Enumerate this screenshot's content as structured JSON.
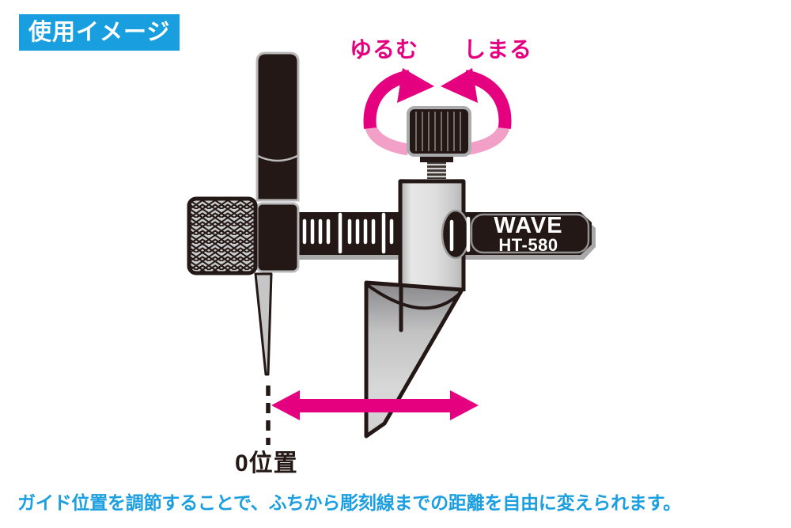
{
  "badge": {
    "label": "使用イメージ"
  },
  "diagram": {
    "loosen_label": "ゆるむ",
    "tighten_label": "しまる",
    "brand": "WAVE",
    "model": "HT-580",
    "zero_position_label": "0位置"
  },
  "caption": "ガイド位置を調節することで、ふちから彫刻線までの距離を自由に変えられます。",
  "colors": {
    "accent_blue": "#199FE0",
    "magenta": "#E4007F",
    "light_pink": "#F2A0C8",
    "ink_black": "#231815",
    "metal_gray": "#C9CACB"
  }
}
